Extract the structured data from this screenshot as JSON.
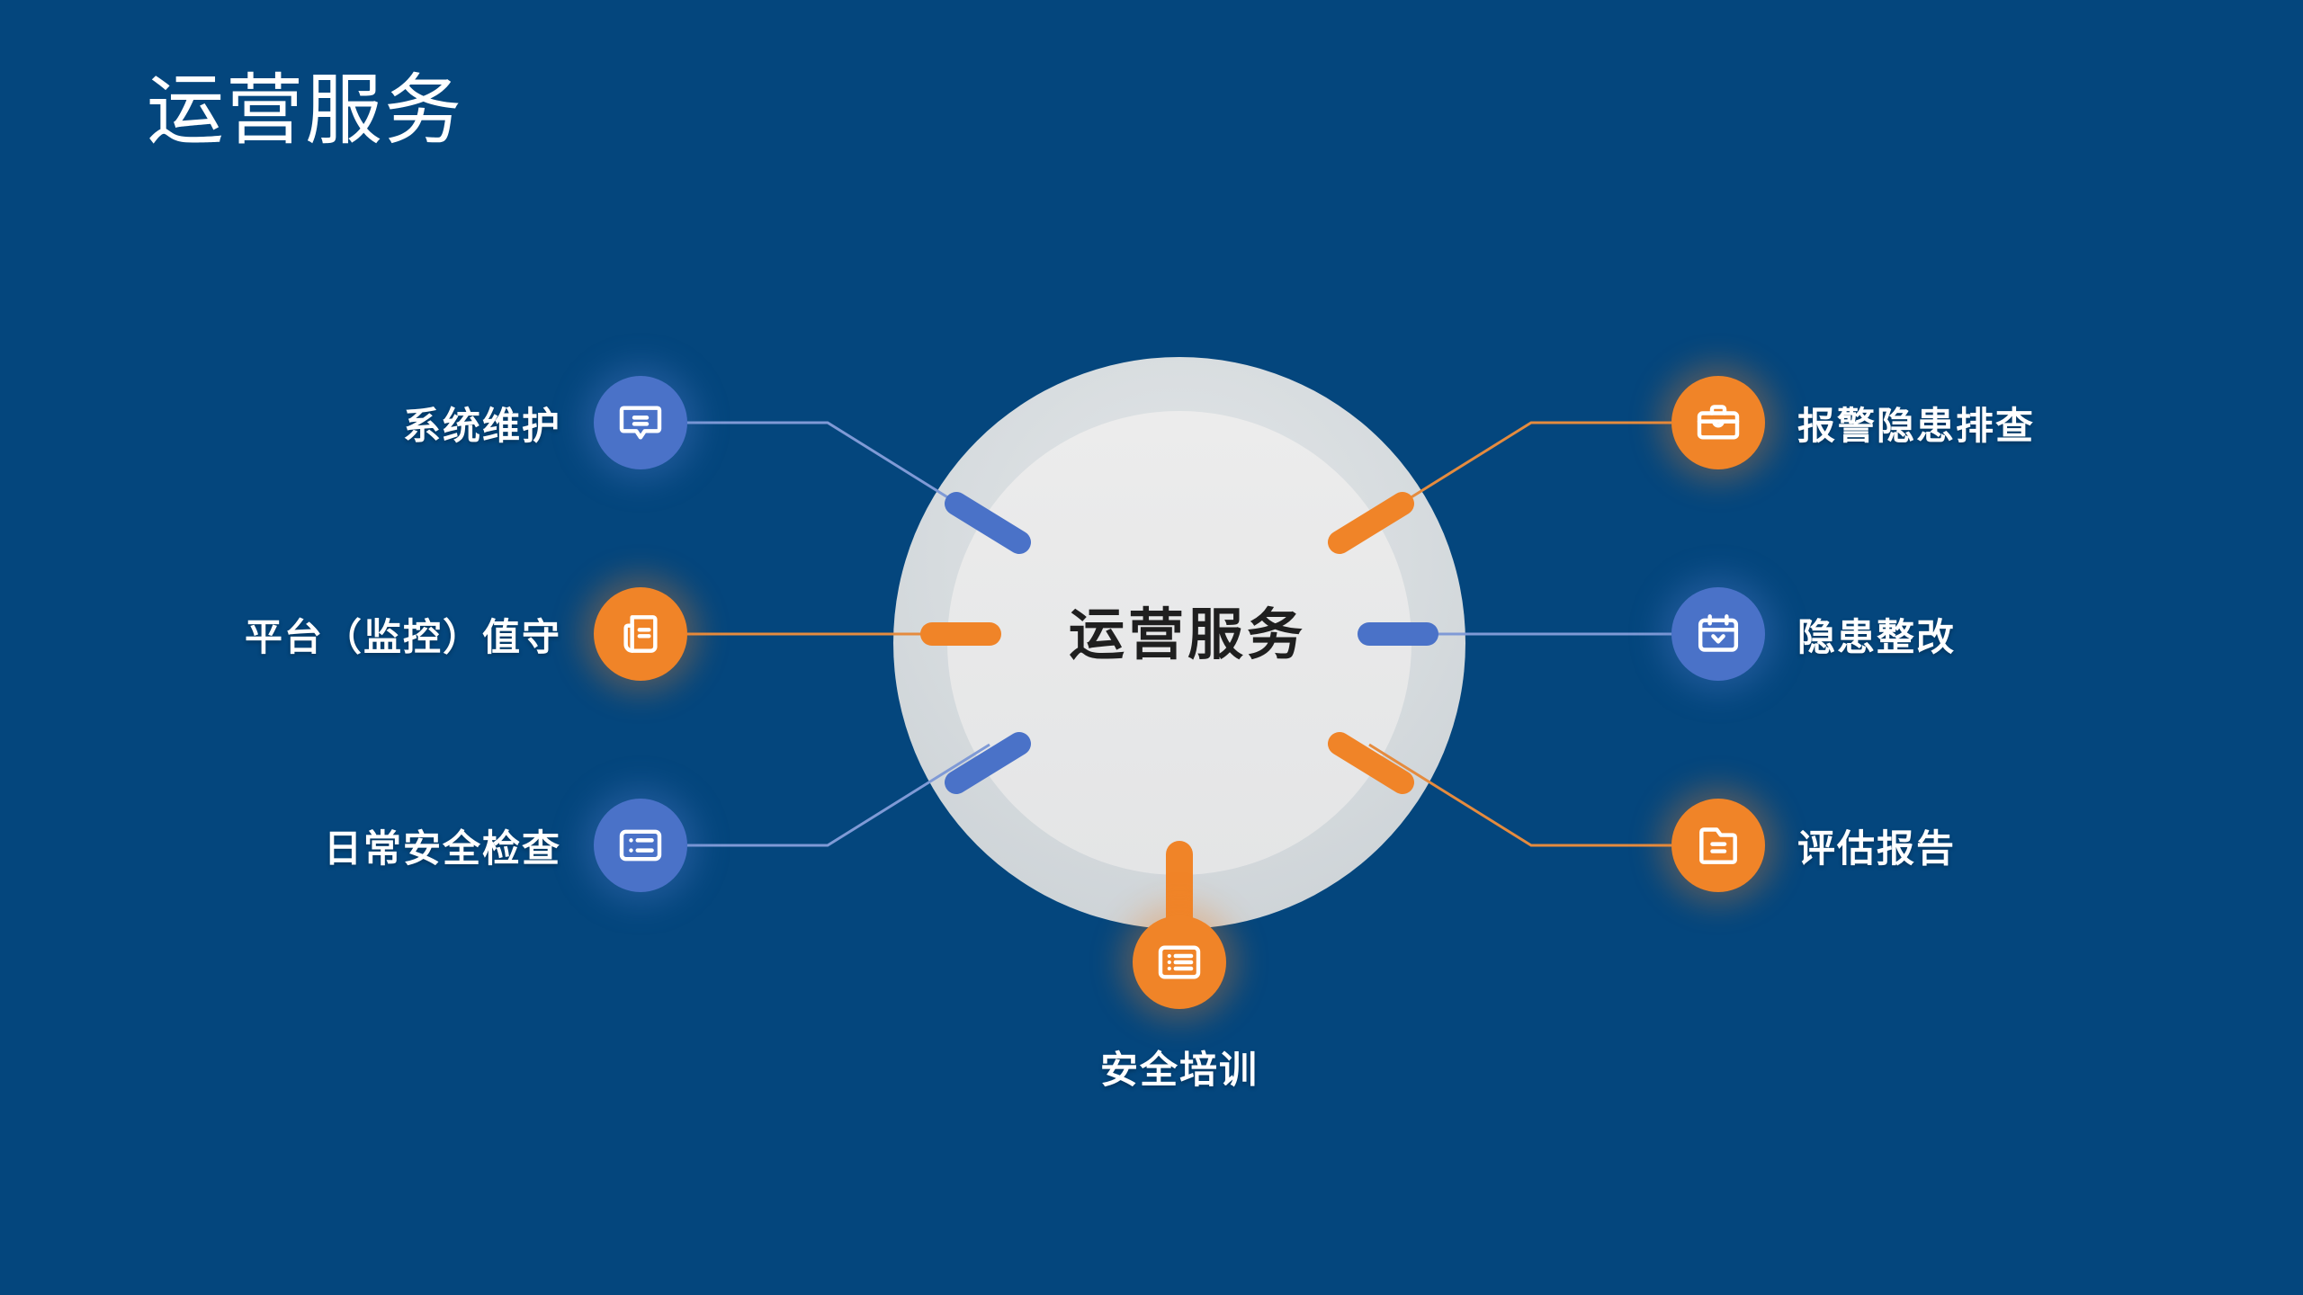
{
  "page": {
    "title": "运营服务",
    "background_color": "#04467D"
  },
  "palette": {
    "background": "#04467D",
    "blue_accent": "#4A72C8",
    "orange_accent": "#F08428",
    "ring_outer": "#D4D9DC",
    "ring_inner": "#E8E9E9",
    "hub_text": "#1F1F1F",
    "label_text": "#FFFFFF"
  },
  "hub": {
    "label": "运营服务"
  },
  "nodes": [
    {
      "id": "system-maintenance",
      "label": "系统维护",
      "side": "left",
      "color": "blue",
      "icon": "message-icon"
    },
    {
      "id": "platform-monitoring-duty",
      "label": "平台（监控）值守",
      "side": "left",
      "color": "orange",
      "icon": "notebook-icon"
    },
    {
      "id": "daily-safety-inspection",
      "label": "日常安全检查",
      "side": "left",
      "color": "blue",
      "icon": "list-icon"
    },
    {
      "id": "alarm-hazard-investigation",
      "label": "报警隐患排查",
      "side": "right",
      "color": "orange",
      "icon": "briefcase-icon"
    },
    {
      "id": "hazard-rectification",
      "label": "隐患整改",
      "side": "right",
      "color": "blue",
      "icon": "calendar-icon"
    },
    {
      "id": "assessment-report",
      "label": "评估报告",
      "side": "right",
      "color": "orange",
      "icon": "folder-document-icon"
    },
    {
      "id": "safety-training",
      "label": "安全培训",
      "side": "bottom",
      "color": "orange",
      "icon": "list-box-icon"
    }
  ]
}
